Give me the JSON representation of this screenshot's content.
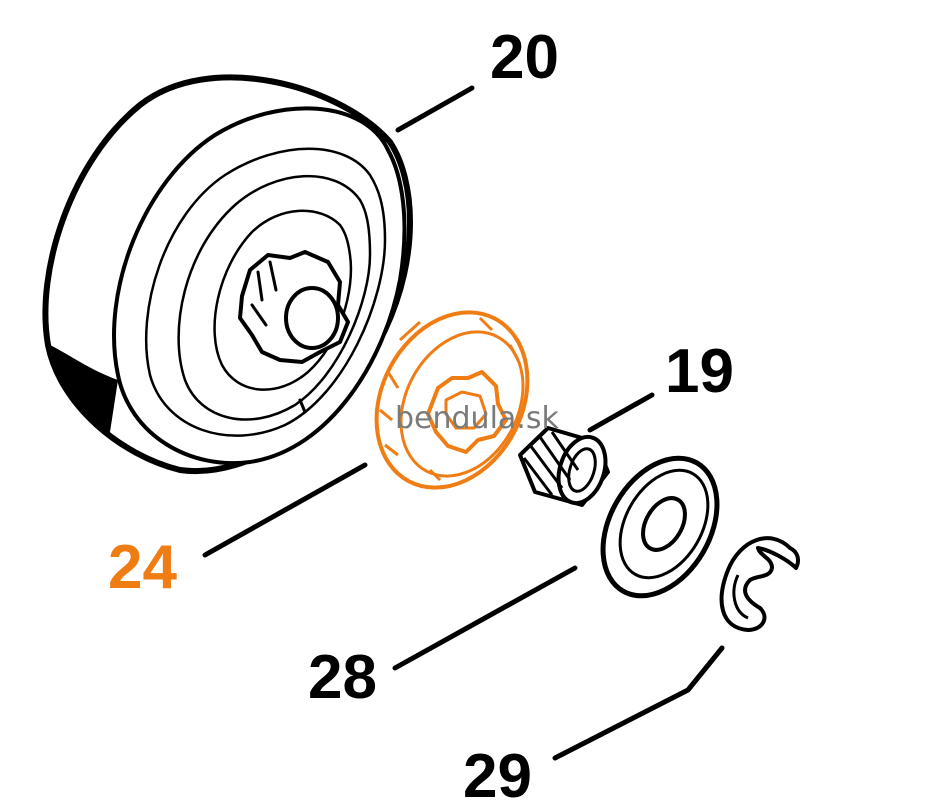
{
  "parts": [
    {
      "number": "20",
      "name": "clutch-drum"
    },
    {
      "number": "24",
      "name": "spur-sprocket",
      "highlighted": true
    },
    {
      "number": "19",
      "name": "needle-cage"
    },
    {
      "number": "28",
      "name": "washer"
    },
    {
      "number": "29",
      "name": "e-clip"
    }
  ],
  "watermark": "bendula.sk",
  "colors": {
    "ink": "#000000",
    "highlight": "#f07d14",
    "watermark": "#7a7a7a",
    "background": "#ffffff"
  }
}
